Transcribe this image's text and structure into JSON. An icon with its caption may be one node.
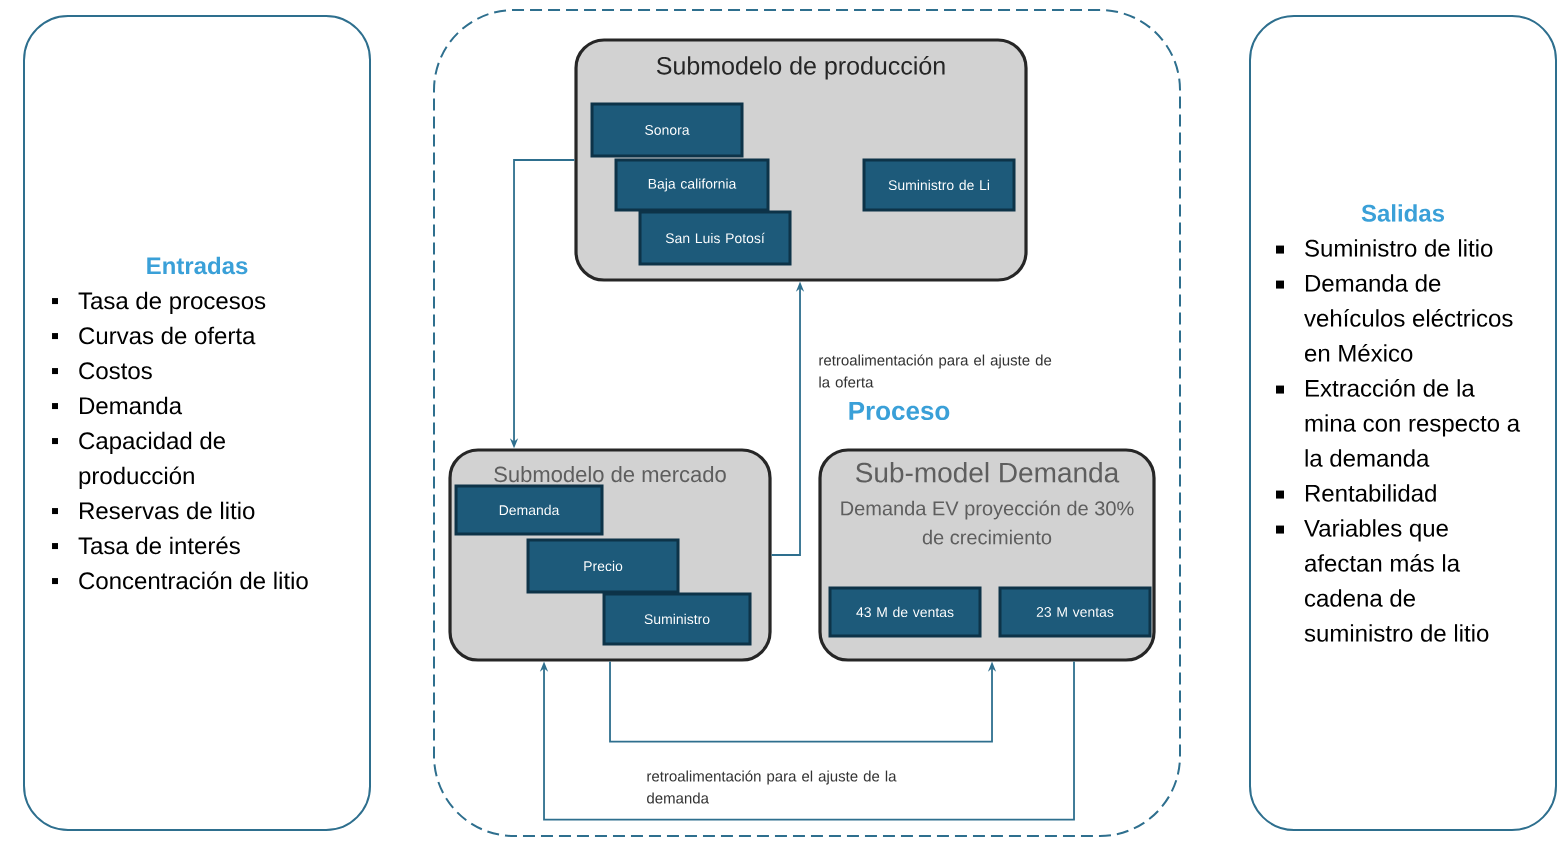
{
  "diagram": {
    "nodes": [
      {
        "text": [
          "Entradas",
          "Tasa de procesos",
          "Curvas de oferta",
          "Costos",
          "Demanda",
          "Capacidad de producción",
          "Reservas de litio",
          "Tasa de interés",
          "Concentración de litio"
        ]
      },
      {
        "text": [
          "Proceso"
        ]
      },
      {
        "text": [
          "Submodelo de producción"
        ],
        "in": 1
      },
      {
        "text": [
          "Sonora"
        ],
        "in": 2
      },
      {
        "text": [
          "Baja california"
        ],
        "in": 2
      },
      {
        "text": [
          "San Luis Potosí"
        ],
        "in": 2
      },
      {
        "text": [
          "Suministro de Li"
        ],
        "in": 2
      },
      {
        "text": [
          "Submodelo de mercado"
        ],
        "in": 1
      },
      {
        "text": [
          "Demanda"
        ],
        "in": 7
      },
      {
        "text": [
          "Precio"
        ],
        "in": 7
      },
      {
        "text": [
          "Suministro"
        ],
        "in": 7
      },
      {
        "text": [
          "Sub-model Demanda",
          "Demanda EV proyección de 30% de crecimiento"
        ],
        "in": 1
      },
      {
        "text": [
          "43 M de ventas"
        ],
        "in": 11
      },
      {
        "text": [
          "23 M ventas"
        ],
        "in": 11
      },
      {
        "text": [
          "Salidas",
          "Suministro de litio",
          "Demanda de vehículos eléctricos en México",
          "Extracción de la mina con respecto a la demanda",
          "Rentabilidad",
          "Variables que afectan más la cadena de suministro de litio"
        ]
      }
    ],
    "edges": [
      {
        "from": 2,
        "to": 7,
        "arrow": "to"
      },
      {
        "from": 7,
        "to": 2,
        "arrow": "to",
        "label": "retroalimentación para el ajuste de la oferta"
      },
      {
        "from": 7,
        "to": 11,
        "arrow": "to"
      },
      {
        "from": 11,
        "to": 7,
        "arrow": "to",
        "label": "retroalimentación para el ajuste de la demanda"
      }
    ]
  }
}
